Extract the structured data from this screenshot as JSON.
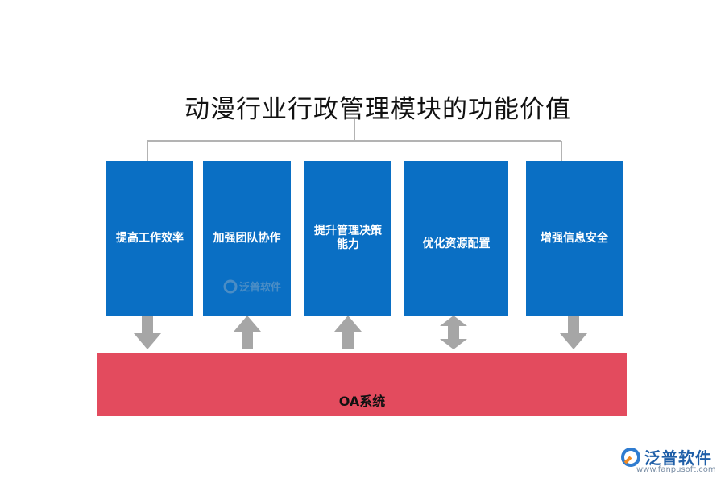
{
  "title": "动漫行业行政管理模块的功能价值",
  "boxes": [
    {
      "label": "提高工作效率",
      "arrow": "down"
    },
    {
      "label": "加强团队协作",
      "arrow": "up"
    },
    {
      "label": "提升管理决策能力",
      "arrow": "up"
    },
    {
      "label": "优化资源配置",
      "arrow": "both"
    },
    {
      "label": "增强信息安全",
      "arrow": "down"
    }
  ],
  "watermark": "泛普软件",
  "system": {
    "label": "OA系统"
  },
  "logo": {
    "name": "泛普软件",
    "url": "www.fanpusoft.com",
    "icon": "fanpu-logo-icon"
  },
  "colors": {
    "box": "#0a6fc4",
    "system": "#e34b5e",
    "arrow": "#a6a6a6",
    "bracket": "#b3b3b3"
  }
}
